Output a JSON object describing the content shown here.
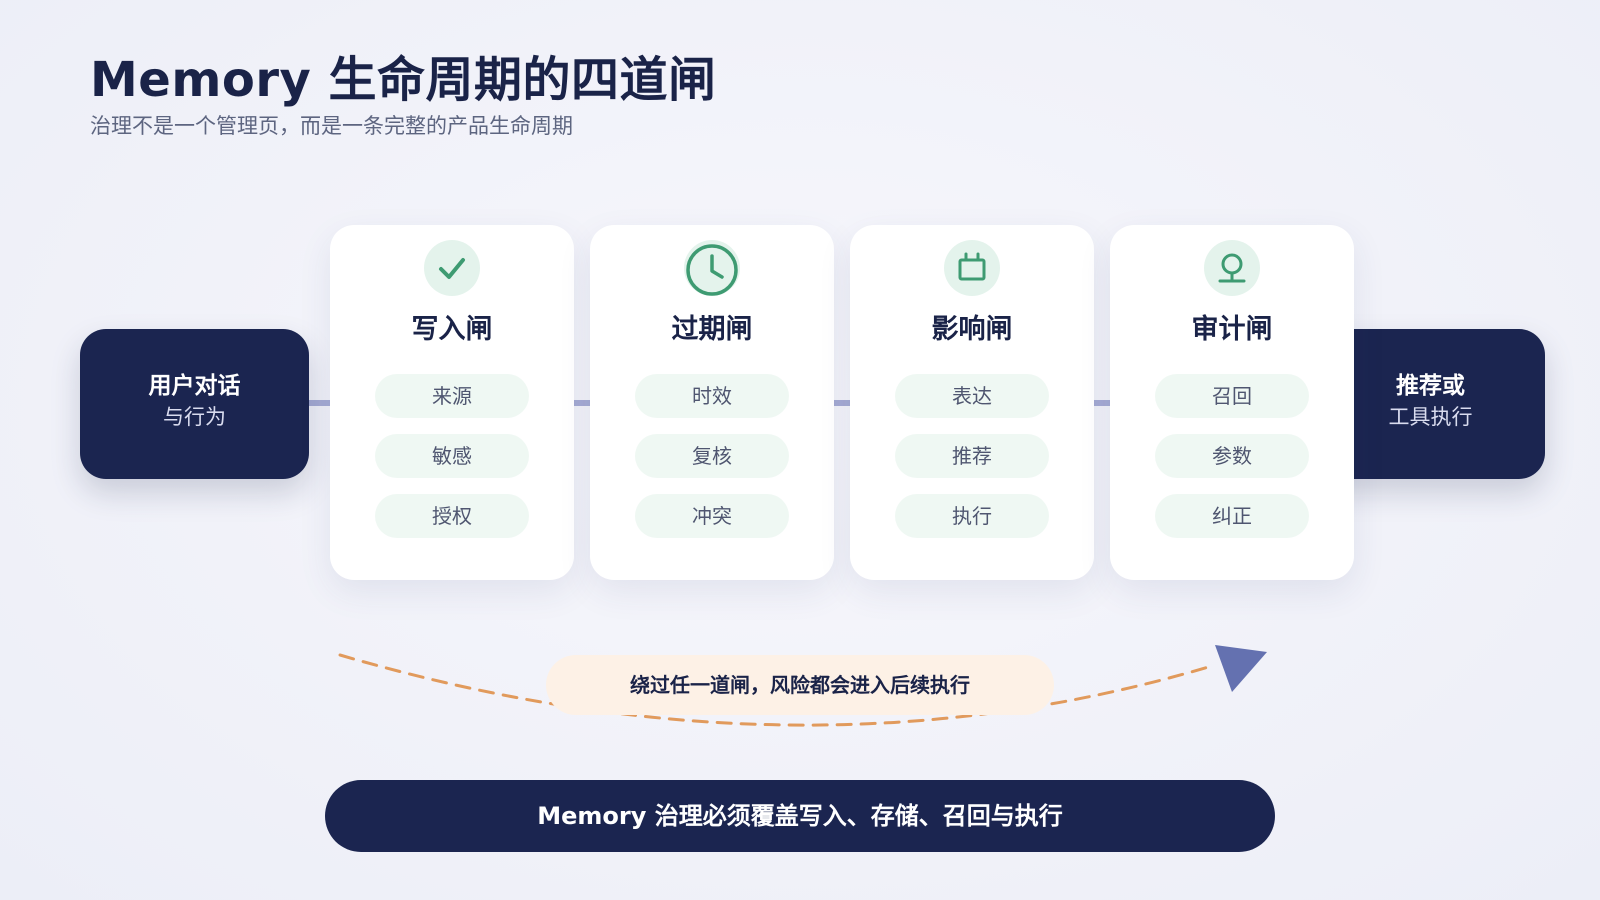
{
  "header": {
    "title": "Memory 生命周期的四道闸",
    "subtitle": "治理不是一个管理页，而是一条完整的产品生命周期"
  },
  "flow": {
    "start": {
      "line1": "用户对话",
      "line2": "与行为"
    },
    "end": {
      "line1": "推荐或",
      "line2": "工具执行"
    }
  },
  "gates": [
    {
      "title": "写入闸",
      "icon": "check-icon",
      "items": [
        "来源",
        "敏感",
        "授权"
      ]
    },
    {
      "title": "过期闸",
      "icon": "clock-icon",
      "items": [
        "时效",
        "复核",
        "冲突"
      ]
    },
    {
      "title": "影响闸",
      "icon": "frame-icon",
      "items": [
        "表达",
        "推荐",
        "执行"
      ]
    },
    {
      "title": "审计闸",
      "icon": "stamp-icon",
      "items": [
        "召回",
        "参数",
        "纠正"
      ]
    }
  ],
  "bypass": {
    "text": "绕过任一道闸，风险都会进入后续执行"
  },
  "footer": {
    "text": "Memory 治理必须覆盖写入、存储、召回与执行"
  },
  "colors": {
    "navy": "#1b2550",
    "accent_green": "#3e9b72",
    "icon_bg": "#e4f3ec",
    "pill_bg": "#eff8f3",
    "flow_line": "#9aa0cf",
    "dash_orange": "#e19a5c",
    "arrow_head": "#6471b0",
    "note_bg": "#fdf1e6"
  }
}
